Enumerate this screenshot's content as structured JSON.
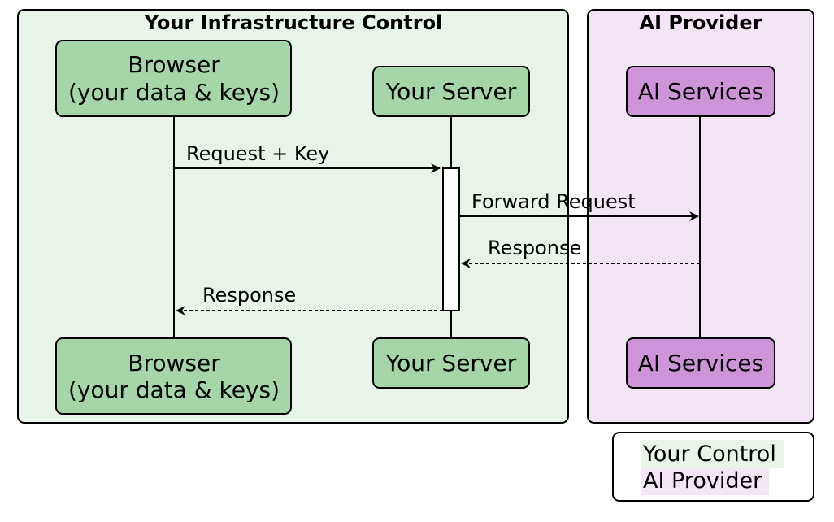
{
  "groups": {
    "control": {
      "title": "Your Infrastructure Control",
      "fill": "#e8f4e8"
    },
    "provider": {
      "title": "AI Provider",
      "fill": "#f3e5f5"
    }
  },
  "participants": {
    "browser": {
      "line1": "Browser",
      "line2": "(your data & keys)",
      "fill": "#a5d6a7"
    },
    "server": {
      "label": "Your Server",
      "fill": "#a5d6a7"
    },
    "ai": {
      "label": "AI Services",
      "fill": "#ce93d8"
    }
  },
  "messages": {
    "request_key": "Request + Key",
    "forward_request": "Forward Request",
    "ai_response": "Response",
    "server_response": "Response"
  },
  "legend": {
    "control": "Your Control",
    "provider": "AI Provider"
  }
}
